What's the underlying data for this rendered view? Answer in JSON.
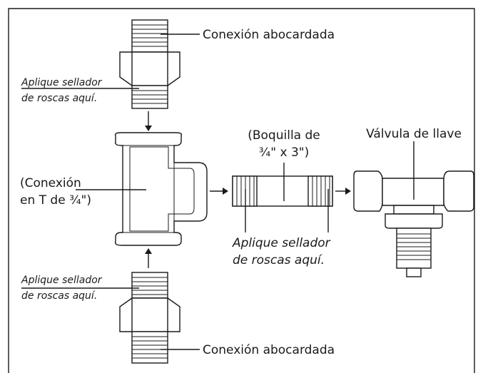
{
  "labels": {
    "top_fitting": "Conexión abocardada",
    "top_sealer_line1": "Aplique sellador",
    "top_sealer_line2": "de roscas aquí.",
    "tee_line1": "(Conexión",
    "tee_line2": "en T de ¾\")",
    "nipple_line1": "(Boquilla de",
    "nipple_line2": "¾\" x 3\")",
    "valve": "Válvula de llave",
    "middle_sealer_line1": "Aplique sellador",
    "middle_sealer_line2": "de roscas aquí.",
    "bottom_sealer_line1": "Aplique sellador",
    "bottom_sealer_line2": "de roscas aquí.",
    "bottom_fitting": "Conexión abocardada"
  },
  "colors": {
    "stroke": "#1a1a1a",
    "background": "#ffffff"
  }
}
